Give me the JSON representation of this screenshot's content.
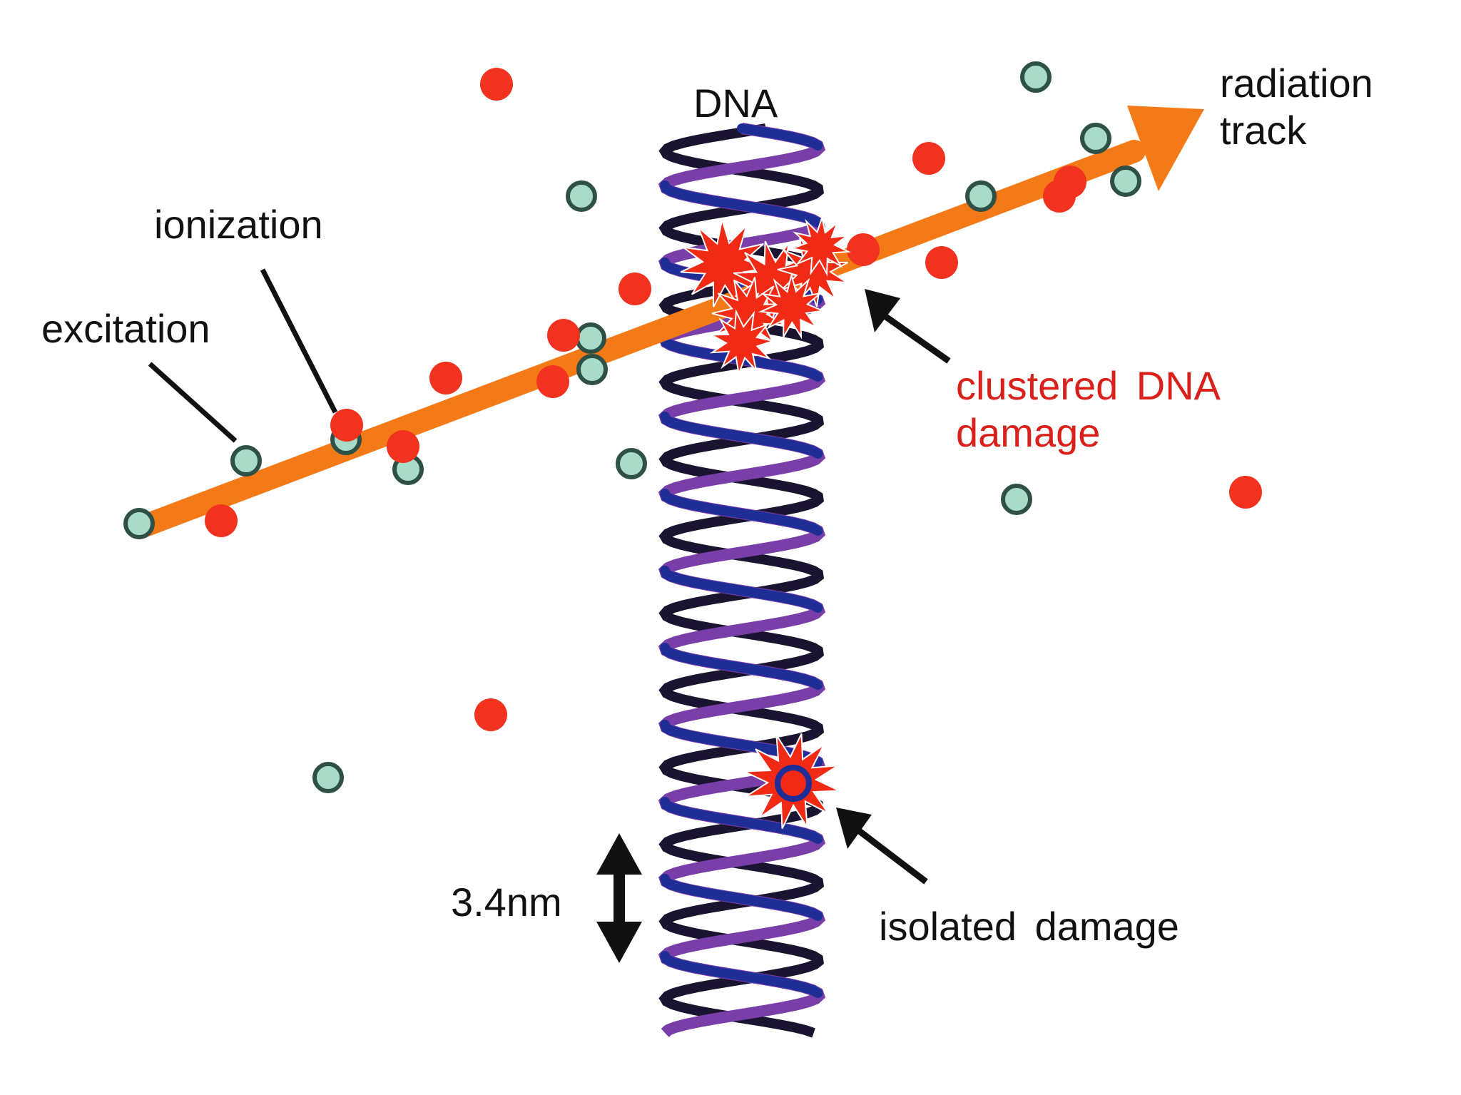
{
  "labels": {
    "dna": "DNA",
    "radiation_track": [
      "radiation",
      "track"
    ],
    "ionization": "ionization",
    "excitation": "excitation",
    "clustered_damage": [
      "clustered DNA",
      "damage"
    ],
    "isolated_damage": "isolated damage",
    "helix_pitch": "3.4nm"
  },
  "colors": {
    "track": "#f47a18",
    "ionization_event": "#f0321e",
    "excitation_fill": "#a8dcc8",
    "excitation_stroke": "#2f5046",
    "damage_burst": "#f02a14",
    "clustered_label": "#d9201b",
    "strand_blue": "#1f2e96",
    "strand_purple": "#7a3ea8",
    "strand_dark": "#1a1430",
    "arrows": "#111111"
  },
  "icons": {
    "damage": "starburst-icon",
    "pointer": "arrow-icon",
    "scale": "double-arrow-icon"
  }
}
